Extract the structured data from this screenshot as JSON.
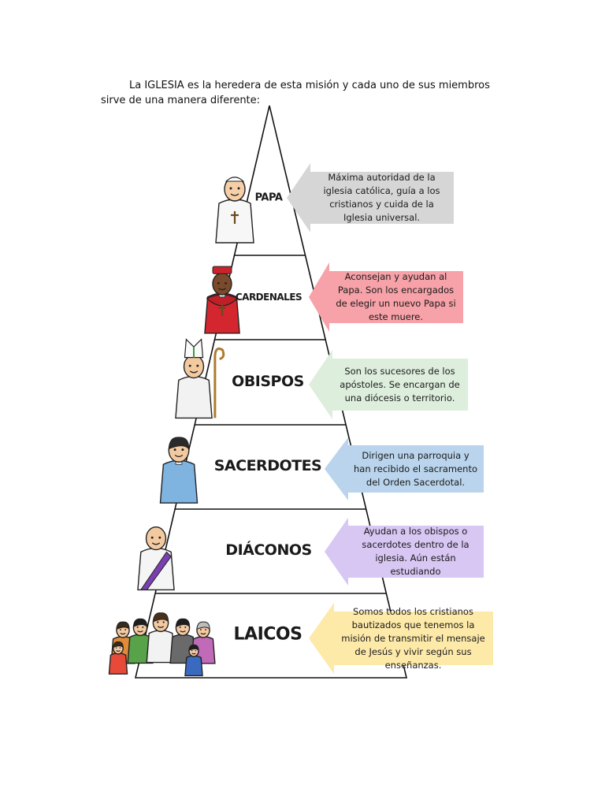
{
  "intro": {
    "text": "La IGLESIA es la heredera de esta misión y cada uno de sus miembros sirve de una manera diferente:"
  },
  "levels": [
    {
      "label": "PAPA",
      "description": "Máxima autoridad de la iglesia católica, guía a los cristianos y cuida de la Iglesia universal.",
      "color": "#d6d6d6",
      "figure": "pope-icon"
    },
    {
      "label": "CARDENALES",
      "description": "Aconsejan y ayudan al Papa. Son los encargados de elegir un nuevo Papa si este muere.",
      "color": "#f6a2a8",
      "figure": "cardinal-icon"
    },
    {
      "label": "OBISPOS",
      "description": "Son los sucesores de los apóstoles. Se encargan de una diócesis o territorio.",
      "color": "#ddeedd",
      "figure": "bishop-icon"
    },
    {
      "label": "SACERDOTES",
      "description": "Dirigen una parroquia y han recibido el sacramento del Orden Sacerdotal.",
      "color": "#b9d4ec",
      "figure": "priest-icon"
    },
    {
      "label": "DIÁCONOS",
      "description": "Ayudan a los obispos o sacerdotes dentro de la iglesia. Aún están estudiando",
      "color": "#d8c6f3",
      "figure": "deacon-icon"
    },
    {
      "label": "LAICOS",
      "description": "Somos todos los cristianos bautizados que tenemos la misión de transmitir el mensaje de Jesús y vivir según sus enseñanzas.",
      "color": "#fde9a8",
      "figure": "laity-group-icon"
    }
  ]
}
